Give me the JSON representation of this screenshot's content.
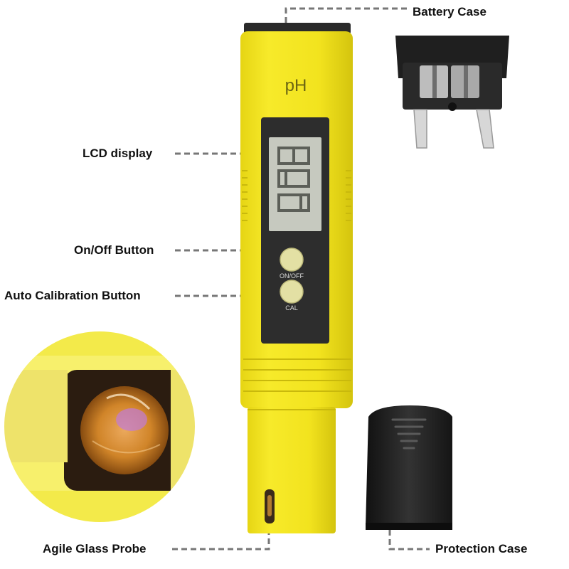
{
  "labels": {
    "battery_case": "Battery Case",
    "lcd_display": "LCD display",
    "on_off_button": "On/Off Button",
    "auto_calibration_button": "Auto Calibration Button",
    "agile_glass_probe": "Agile Glass Probe",
    "protection_case": "Protection Case"
  },
  "device": {
    "brand_text": "pH",
    "on_off_text": "ON/OFF",
    "cal_text": "CAL"
  },
  "colors": {
    "body_yellow": "#f2e31e",
    "body_shade": "#d9c90f",
    "lcd_frame": "#2d2d2d",
    "lcd_screen": "#c6c9bf",
    "button": "#e3e0a4",
    "leader": "#777777",
    "case_black": "#1c1c1c"
  }
}
